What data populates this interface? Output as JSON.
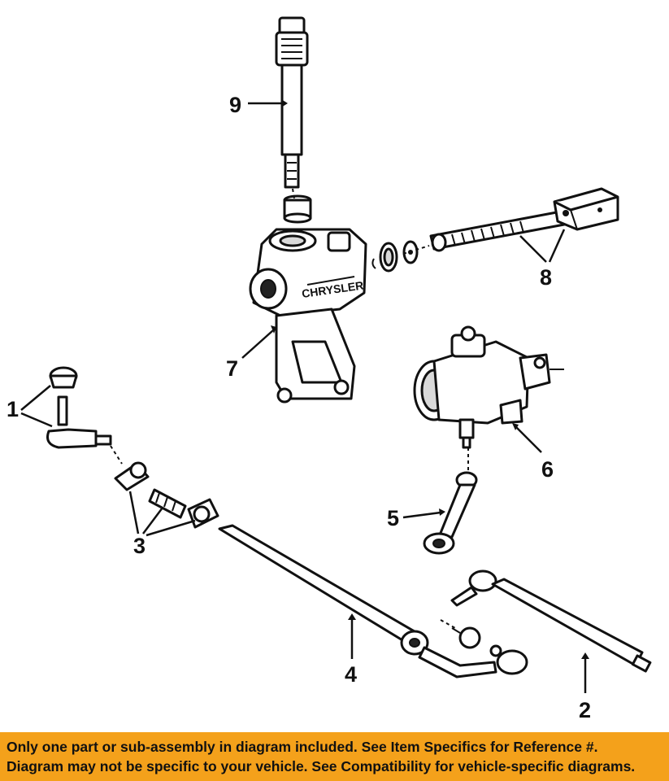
{
  "callouts": {
    "c1": "1",
    "c2": "2",
    "c3": "3",
    "c4": "4",
    "c5": "5",
    "c6": "6",
    "c7": "7",
    "c8": "8",
    "c9": "9"
  },
  "banner": {
    "line1": "Only one part or sub-assembly in diagram included. See Item Specifics for Reference #.",
    "line2": "Diagram may not be specific to your vehicle. See Compatibility for vehicle-specific diagrams."
  },
  "colors": {
    "banner_bg": "#f4a11b",
    "line_art": "#111111"
  }
}
